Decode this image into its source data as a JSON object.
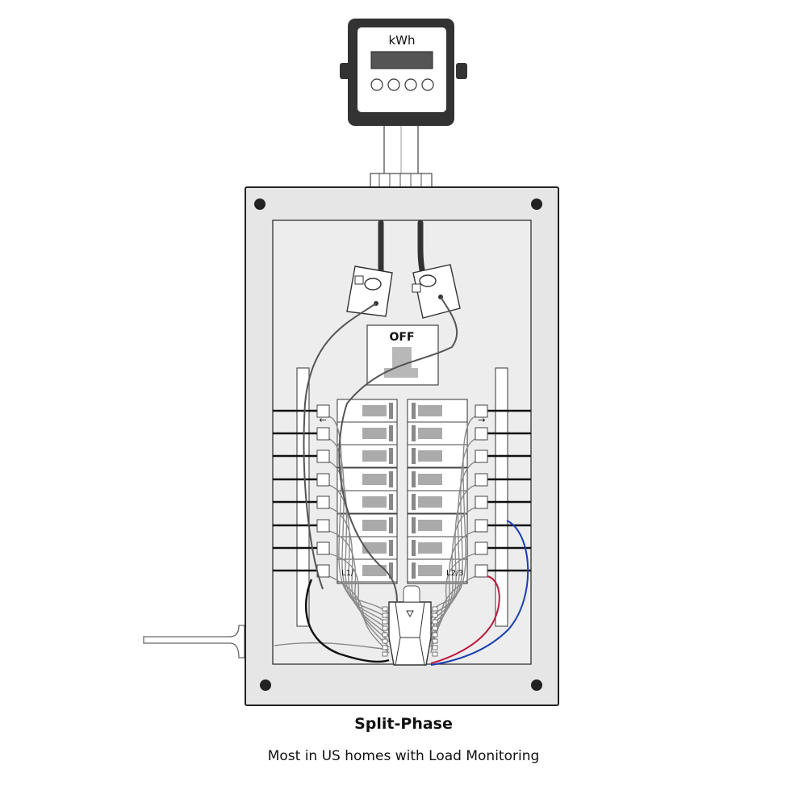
{
  "meter": {
    "unit_label": "kWh"
  },
  "main_breaker": {
    "label": "OFF"
  },
  "phase_labels": {
    "left": "L1/",
    "right": "L2/3"
  },
  "caption": {
    "title": "Split-Phase",
    "subtitle": "Most in US homes with Load Monitoring"
  },
  "colors": {
    "outline": "#222222",
    "panel_fill": "#e6e6e6",
    "interior_fill": "#ededed",
    "meter_body": "#333333",
    "breaker_handle": "#aaaaaa",
    "sensor_wire": "#555555",
    "branch_wire": "#8a8a8a",
    "neutral_wire": "#111111",
    "red_wire": "#c0183c",
    "blue_wire": "#1a3fb0"
  },
  "icons": {
    "left_arrow": "arrow-left-icon",
    "right_arrow": "arrow-right-icon",
    "monitor_logo": "triangle-logo-icon"
  }
}
